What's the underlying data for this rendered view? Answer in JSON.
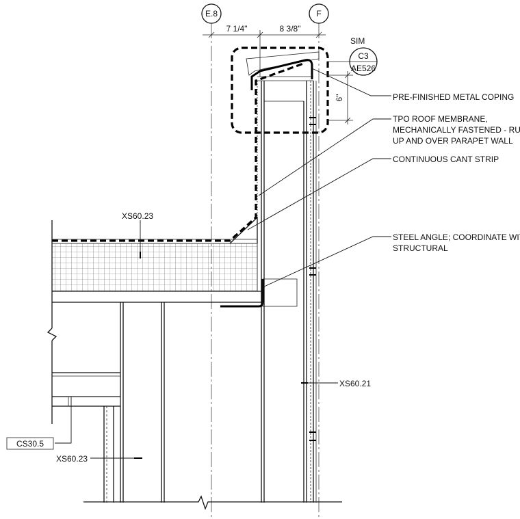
{
  "grid": {
    "e8": "E.8",
    "f": "F"
  },
  "dimensions": {
    "left": "7 1/4\"",
    "right": "8 3/8\"",
    "vertical": "6\""
  },
  "section_callout": {
    "sim": "SIM",
    "detail": "C3",
    "sheet": "AE526"
  },
  "notes": {
    "coping": "PRE-FINISHED METAL COPING",
    "tpo_1": "TPO ROOF MEMBRANE,",
    "tpo_2": "MECHANICALLY FASTENED - RUN",
    "tpo_3": "UP AND OVER PARAPET WALL",
    "cant": "CONTINUOUS CANT STRIP",
    "angle_1": "STEEL ANGLE; COORDINATE WITH",
    "angle_2": "STRUCTURAL"
  },
  "refs": {
    "xs6023_top": "XS60.23",
    "xs6021": "XS60.21",
    "cs305": "CS30.5",
    "xs6023_bottom": "XS60.23"
  }
}
